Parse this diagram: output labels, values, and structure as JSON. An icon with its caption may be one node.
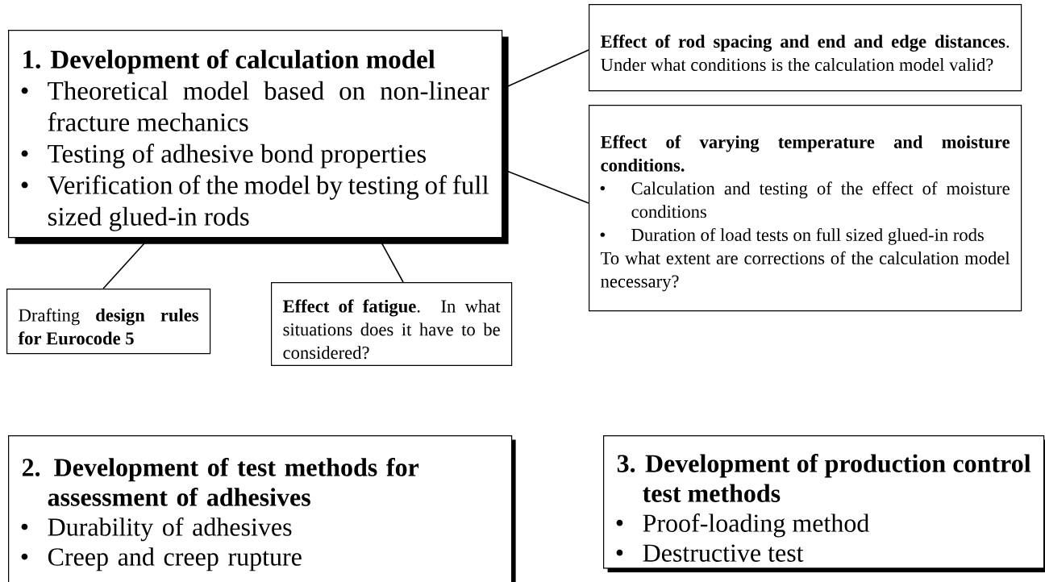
{
  "diagram": {
    "nodes": [
      {
        "text": [
          "1. Development of calculation model",
          "Theoretical model based on non-linear fracture mechanics",
          "Testing of adhesive bond properties",
          "Verification of the model by testing of full sized glued-in rods"
        ]
      },
      {
        "text": [
          "**Effect of rod spacing and end and edge distances**. Under what conditions is the calculation model valid?"
        ]
      },
      {
        "text": [
          "Effect of varying temperature and moisture conditions.",
          "Calculation and testing of the effect of moisture conditions",
          "Duration of load tests on full sized glued-in rods",
          "To what extent are corrections of the calculation model necessary?"
        ]
      },
      {
        "text": [
          "Drafting **design rules for Eurocode 5**"
        ]
      },
      {
        "text": [
          "**Effect of fatigue**. In what situations does it have to be considered?"
        ]
      },
      {
        "text": [
          "2. Development of test methods for assessment of adhesives",
          "Durability of adhesives",
          "Creep and creep rupture"
        ]
      },
      {
        "text": [
          "3. Development of production control test methods",
          "Proof-loading method",
          "Destructive test"
        ]
      }
    ],
    "edges": [
      {
        "from": 0,
        "to": 1,
        "arrow": "none"
      },
      {
        "from": 0,
        "to": 2,
        "arrow": "none"
      },
      {
        "from": 0,
        "to": 3,
        "arrow": "none"
      },
      {
        "from": 0,
        "to": 4,
        "arrow": "none"
      }
    ]
  }
}
